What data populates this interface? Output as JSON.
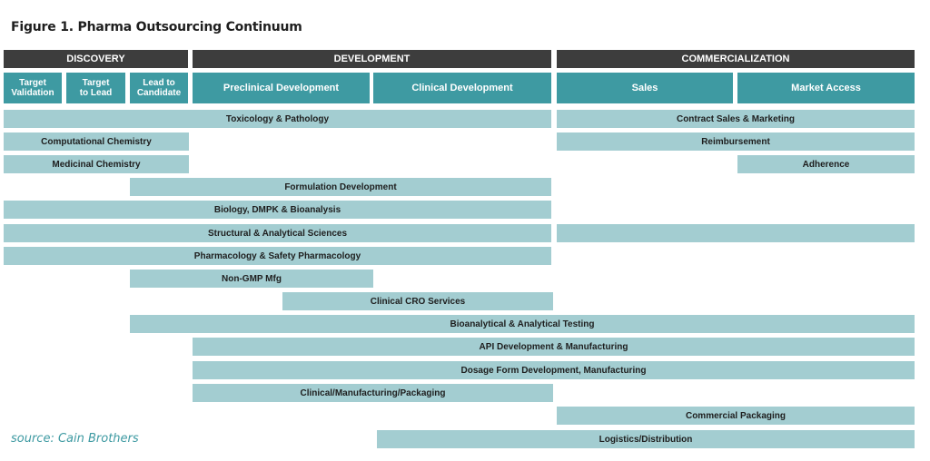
{
  "figure_title": "Figure 1. Pharma Outsourcing Continuum",
  "phases": [
    "DISCOVERY",
    "DEVELOPMENT",
    "COMMERCIALIZATION"
  ],
  "stages": [
    "Target\nValidation",
    "Target\nto Lead",
    "Lead to\nCandidate",
    "Preclinical Development",
    "Clinical Development",
    "Sales",
    "Market Access"
  ],
  "services": [
    "Toxicology & Pathology",
    "Contract Sales & Marketing",
    "Computational Chemistry",
    "Reimbursement",
    "Medicinal Chemistry",
    "Adherence",
    "Formulation Development",
    "Biology, DMPK & Bioanalysis",
    "Structural & Analytical Sciences",
    "",
    "Pharmacology & Safety Pharmacology",
    "Non-GMP Mfg",
    "Clinical CRO Services",
    "Bioanalytical & Analytical Testing",
    "API Development & Manufacturing",
    "Dosage Form Development, Manufacturing",
    "Clinical/Manufacturing/Packaging",
    "Commercial Packaging",
    "Logistics/Distribution"
  ],
  "source": "source: Cain Brothers"
}
